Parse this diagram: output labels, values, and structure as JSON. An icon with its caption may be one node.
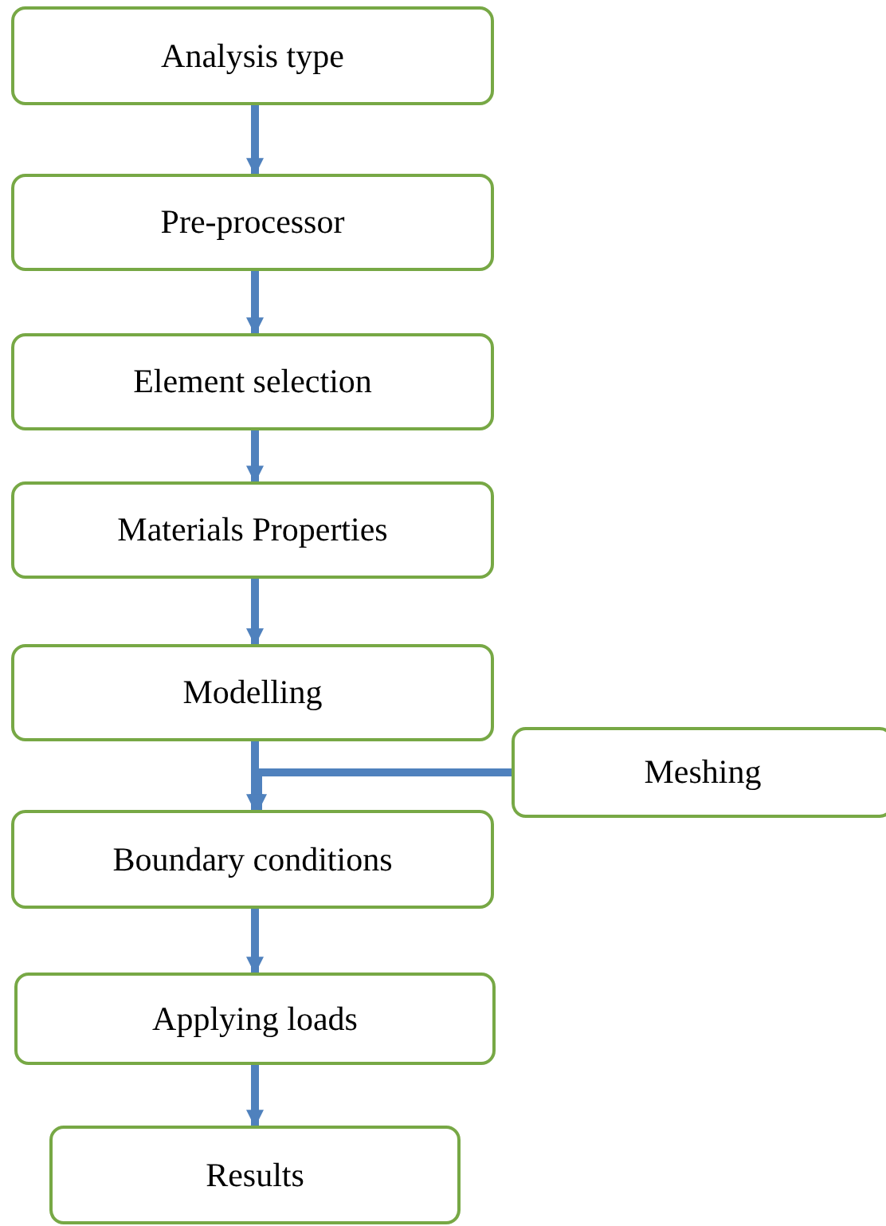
{
  "diagram": {
    "nodes": [
      {
        "text": [
          "Analysis type"
        ]
      },
      {
        "text": [
          "Pre-processor"
        ]
      },
      {
        "text": [
          "Element selection"
        ]
      },
      {
        "text": [
          "Materials Properties"
        ]
      },
      {
        "text": [
          "Modelling"
        ]
      },
      {
        "text": [
          "Meshing"
        ]
      },
      {
        "text": [
          "Boundary conditions"
        ]
      },
      {
        "text": [
          "Applying loads"
        ]
      },
      {
        "text": [
          "Results"
        ]
      }
    ],
    "edges": [
      {
        "from": 0,
        "to": 1,
        "arrow": "to"
      },
      {
        "from": 1,
        "to": 2,
        "arrow": "to"
      },
      {
        "from": 2,
        "to": 3,
        "arrow": "to"
      },
      {
        "from": 3,
        "to": 4,
        "arrow": "to"
      },
      {
        "from": 4,
        "to": 6,
        "arrow": "to"
      },
      {
        "from": 5,
        "to": 6,
        "arrow": "to"
      },
      {
        "from": 6,
        "to": 7,
        "arrow": "to"
      },
      {
        "from": 7,
        "to": 8,
        "arrow": "to"
      }
    ]
  }
}
